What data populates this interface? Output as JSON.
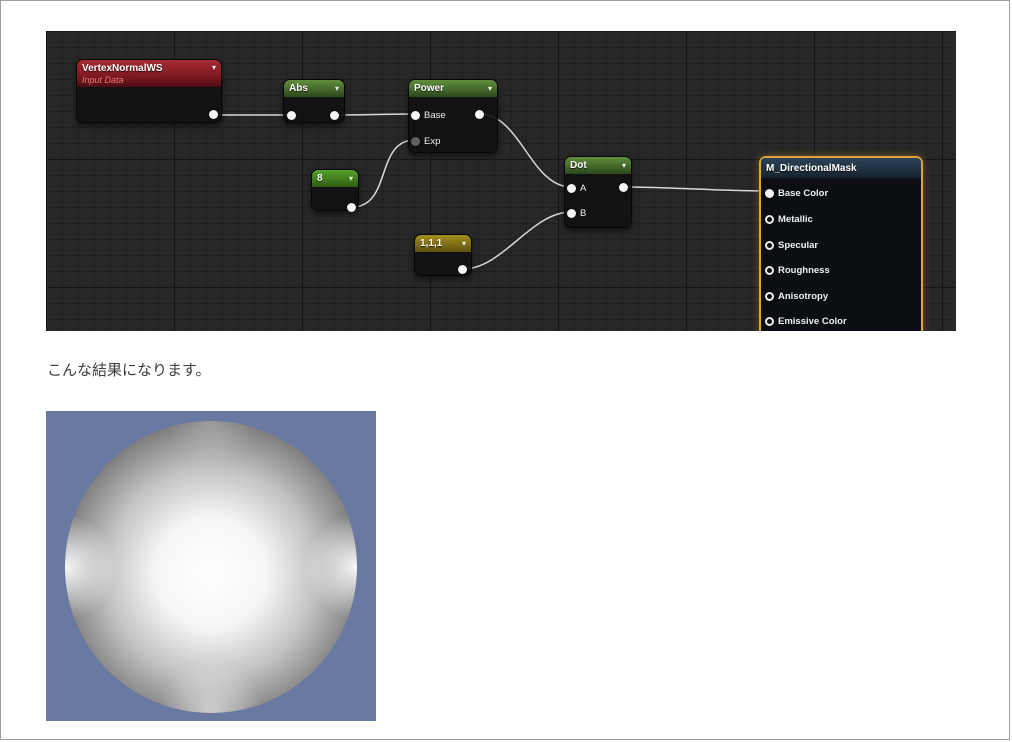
{
  "icons": {
    "chevron_down": "▾"
  },
  "colors": {
    "graph_background": "#272727",
    "node_header_red": "#8e1f2a",
    "node_header_green": "#4e7a33",
    "node_header_bright_green": "#459427",
    "node_header_yellow": "#948223",
    "material_header_blue": "#22364a",
    "selection_orange": "#e0a33a",
    "wire": "#d9d9d9",
    "preview_background": "#6a79a2"
  },
  "graph": {
    "nodes": {
      "vertex_normal_ws": {
        "title": "VertexNormalWS",
        "subtitle": "Input Data"
      },
      "abs": {
        "title": "Abs"
      },
      "power": {
        "title": "Power",
        "pin_base": "Base",
        "pin_exp": "Exp"
      },
      "constant_8": {
        "title": "8"
      },
      "constant_1_1_1": {
        "title": "1,1,1"
      },
      "dot": {
        "title": "Dot",
        "pin_a": "A",
        "pin_b": "B"
      },
      "material": {
        "title": "M_DirectionalMask",
        "pins": [
          "Base Color",
          "Metallic",
          "Specular",
          "Roughness",
          "Anisotropy",
          "Emissive Color"
        ]
      }
    }
  },
  "document": {
    "result_text": "こんな結果になります。"
  }
}
